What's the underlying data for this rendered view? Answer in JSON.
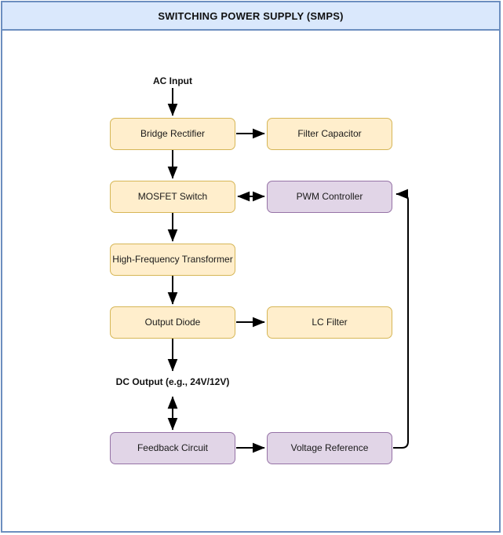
{
  "diagram": {
    "title": "SWITCHING POWER SUPPLY (SMPS)",
    "colors": {
      "frame_border": "#6c8ebf",
      "title_bg": "#dae8fc",
      "power_fill": "#ffeecc",
      "power_border": "#d6b656",
      "control_fill": "#e1d5e7",
      "control_border": "#9673a6",
      "wire": "#000000",
      "canvas_bg": "#ffffff"
    },
    "nodes": [
      {
        "id": "bridge_rectifier",
        "label": "Bridge Rectifier",
        "type": "power"
      },
      {
        "id": "filter_capacitor",
        "label": "Filter Capacitor",
        "type": "power"
      },
      {
        "id": "mosfet_switch",
        "label": "MOSFET Switch",
        "type": "power"
      },
      {
        "id": "pwm_controller",
        "label": "PWM Controller",
        "type": "control"
      },
      {
        "id": "hf_transformer",
        "label": "High-Frequency Transformer",
        "type": "power"
      },
      {
        "id": "output_diode",
        "label": "Output Diode",
        "type": "power"
      },
      {
        "id": "lc_filter",
        "label": "LC Filter",
        "type": "power"
      },
      {
        "id": "feedback_circuit",
        "label": "Feedback Circuit",
        "type": "control"
      },
      {
        "id": "voltage_reference",
        "label": "Voltage Reference",
        "type": "control"
      }
    ],
    "flow_labels": [
      {
        "id": "ac_input",
        "text": "AC Input"
      },
      {
        "id": "dc_output",
        "text": "DC Output (e.g., 24V/12V)"
      }
    ],
    "connections": [
      {
        "from": "ac_input",
        "to": "bridge_rectifier",
        "arrow": "single"
      },
      {
        "from": "bridge_rectifier",
        "to": "filter_capacitor",
        "arrow": "single"
      },
      {
        "from": "bridge_rectifier",
        "to": "mosfet_switch",
        "arrow": "single"
      },
      {
        "from": "mosfet_switch",
        "to": "pwm_controller",
        "arrow": "double"
      },
      {
        "from": "mosfet_switch",
        "to": "hf_transformer",
        "arrow": "single"
      },
      {
        "from": "hf_transformer",
        "to": "output_diode",
        "arrow": "single"
      },
      {
        "from": "output_diode",
        "to": "lc_filter",
        "arrow": "single"
      },
      {
        "from": "output_diode",
        "to": "dc_output",
        "arrow": "single"
      },
      {
        "from": "dc_output",
        "to": "feedback_circuit",
        "arrow": "double"
      },
      {
        "from": "feedback_circuit",
        "to": "voltage_reference",
        "arrow": "single"
      },
      {
        "from": "voltage_reference",
        "to": "pwm_controller",
        "arrow": "single"
      }
    ]
  }
}
